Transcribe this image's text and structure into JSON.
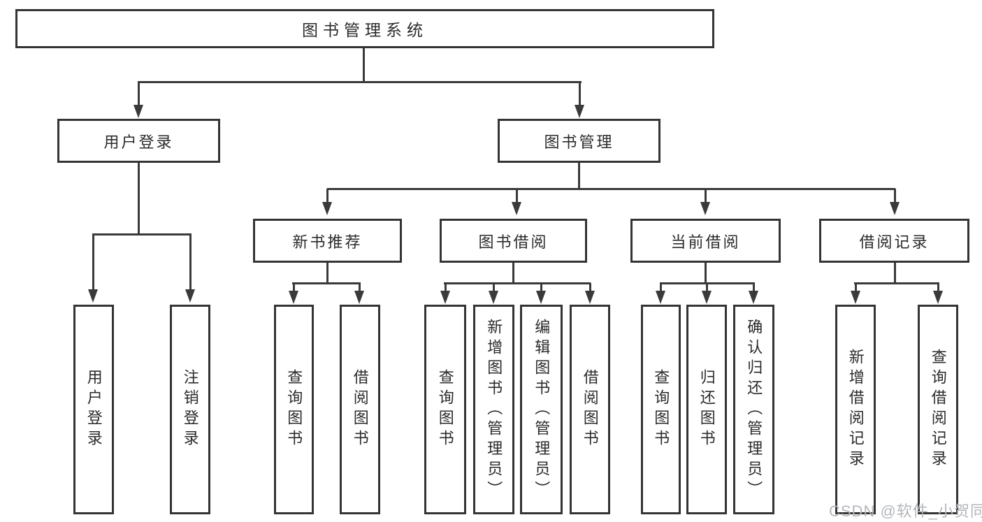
{
  "diagram": {
    "title": "图书管理系统",
    "level1": {
      "user_login": "用户登录",
      "book_mgmt": "图书管理"
    },
    "level2": {
      "new_books": "新书推荐",
      "borrow": "图书借阅",
      "current": "当前借阅",
      "records": "借阅记录"
    },
    "leaves": {
      "user_login_1": "用户登录",
      "user_login_2": "注销登录",
      "new_books_1": "查询图书",
      "new_books_2": "借阅图书",
      "borrow_1": "查询图书",
      "borrow_2": "新增图书（管理员）",
      "borrow_3": "编辑图书（管理员）",
      "borrow_4": "借阅图书",
      "current_1": "查询图书",
      "current_2": "归还图书",
      "current_3": "确认归还（管理员）",
      "records_1": "新增借阅记录",
      "records_2": "查询借阅记录"
    }
  },
  "watermark": "CSDN @软件_小贺同学",
  "colors": {
    "line": "#3a3a3a",
    "border": "#343434",
    "text": "#2b2b2b",
    "box_bg": "#ffffff",
    "watermark": "#b4b7bb"
  }
}
